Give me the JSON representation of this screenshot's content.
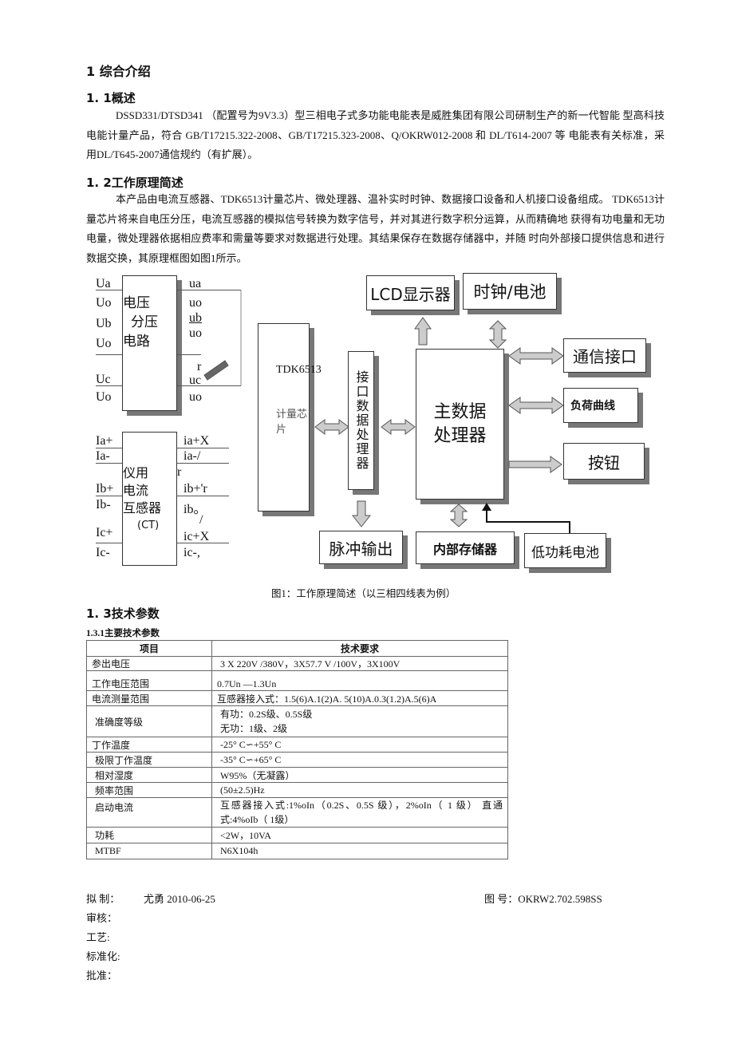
{
  "heading1": "1  综合介绍",
  "s11": {
    "title": "1. 1概述",
    "text": "DSSD331/DTSD341 （配置号为9V3.3）型三相电子式多功能电能表是威胜集团有限公司研制生产的新一代智能 型高科技电能计量产品，符合 GB/T17215.322-2008、GB/T17215.323-2008、Q/OKRW012-2008 和 DL/T614-2007 等 电能表有关标准，采用DL/T645-2007通信规约（有扩展）。"
  },
  "s12": {
    "title": "1. 2工作原理简述",
    "text": "本产品由电流互感器、TDK6513计量芯片、微处理器、温补实时时钟、数据接口设备和人机接口设备组成。 TDK6513计量芯片将来自电压分压，电流互感器的模拟信号转换为数字信号，并对其进行数字积分运算，从而精确地 获得有功电量和无功电量，微处理器依据相应费率和需量等要求对数据进行处理。其结果保存在数据存储器中，并随 时向外部接口提供信息和进行数据交换，其原理框图如图1所示。"
  },
  "diagram": {
    "voltage_inputs": [
      "Ua",
      "Uo",
      "Ub",
      "Uo",
      "Uc",
      "Uo"
    ],
    "voltage_box": [
      "电压",
      "分压",
      "电路"
    ],
    "voltage_outputs": [
      "ua",
      "uo",
      "ub",
      "uo",
      "r",
      "uc",
      "uo"
    ],
    "ct_inputs": [
      "Ia+",
      "Ia-",
      "Ib+",
      "Ib-",
      "Ic+",
      "Ic-"
    ],
    "ct_box": [
      "仪用",
      "电流",
      "互感器",
      "(CT)"
    ],
    "ct_outputs": [
      "ia+X",
      "ia-/",
      "r",
      "ib+'r",
      "ib。",
      "/",
      "ic+X",
      "ic-,"
    ],
    "tdk_label": "TDK6513",
    "tdk_sub": "计量芯片",
    "interface": "接口数据处理器",
    "main": "主数据处理器",
    "lcd": "LCD显示器",
    "clock": "时钟/电池",
    "comm": "通信接口",
    "load": "负荷曲线",
    "button": "按钮",
    "pulse": "脉冲输出",
    "memory": "内部存储器",
    "battery": "低功耗电池",
    "caption": "图1：工作原理简述（以三相四线表为例）"
  },
  "s13": {
    "title": "1. 3技术参数",
    "sub": "1.3.1主要技术参数",
    "headers": [
      "项目",
      "技术要求"
    ],
    "rows": [
      [
        "参出电压",
        "3 X  220V /380V，3X57.7 V /100V，3X100V"
      ],
      [
        "工作电压范围",
        "0.7Un —1.3Un"
      ],
      [
        "电流测量范围",
        "互感器接入式：1.5(6)A.1(2)A. 5(10)A.0.3(1.2)A.5(6)A"
      ],
      [
        "准确度等级",
        "有功：0.2S级、0.5S级",
        "无功：1级、2级"
      ],
      [
        "丁作温度",
        "-25° C∽+55° C"
      ],
      [
        "极限丁作温度",
        "-35° C∽+65° C"
      ],
      [
        "相对湿度",
        "W95%（无凝露）"
      ],
      [
        "频率范围",
        "(50±2.5)Hz"
      ],
      [
        "启动电流",
        "互感器接入式:1%oIn（0.2S、0.5S 级），2%oIn（ 1 级） 直通式:4%oIb（ 1级）"
      ],
      [
        "功耗",
        "<2W，10VA"
      ],
      [
        "MTBF",
        "N6X104h"
      ]
    ]
  },
  "footer": {
    "drafted_label": "拟  制：",
    "drafted_value": "尤勇  2010-06-25",
    "drawing_no": "图  号：OKRW2.702.598SS",
    "review": "审核：",
    "process": "工艺:",
    "standard": "标准化:",
    "approve": "批准："
  }
}
